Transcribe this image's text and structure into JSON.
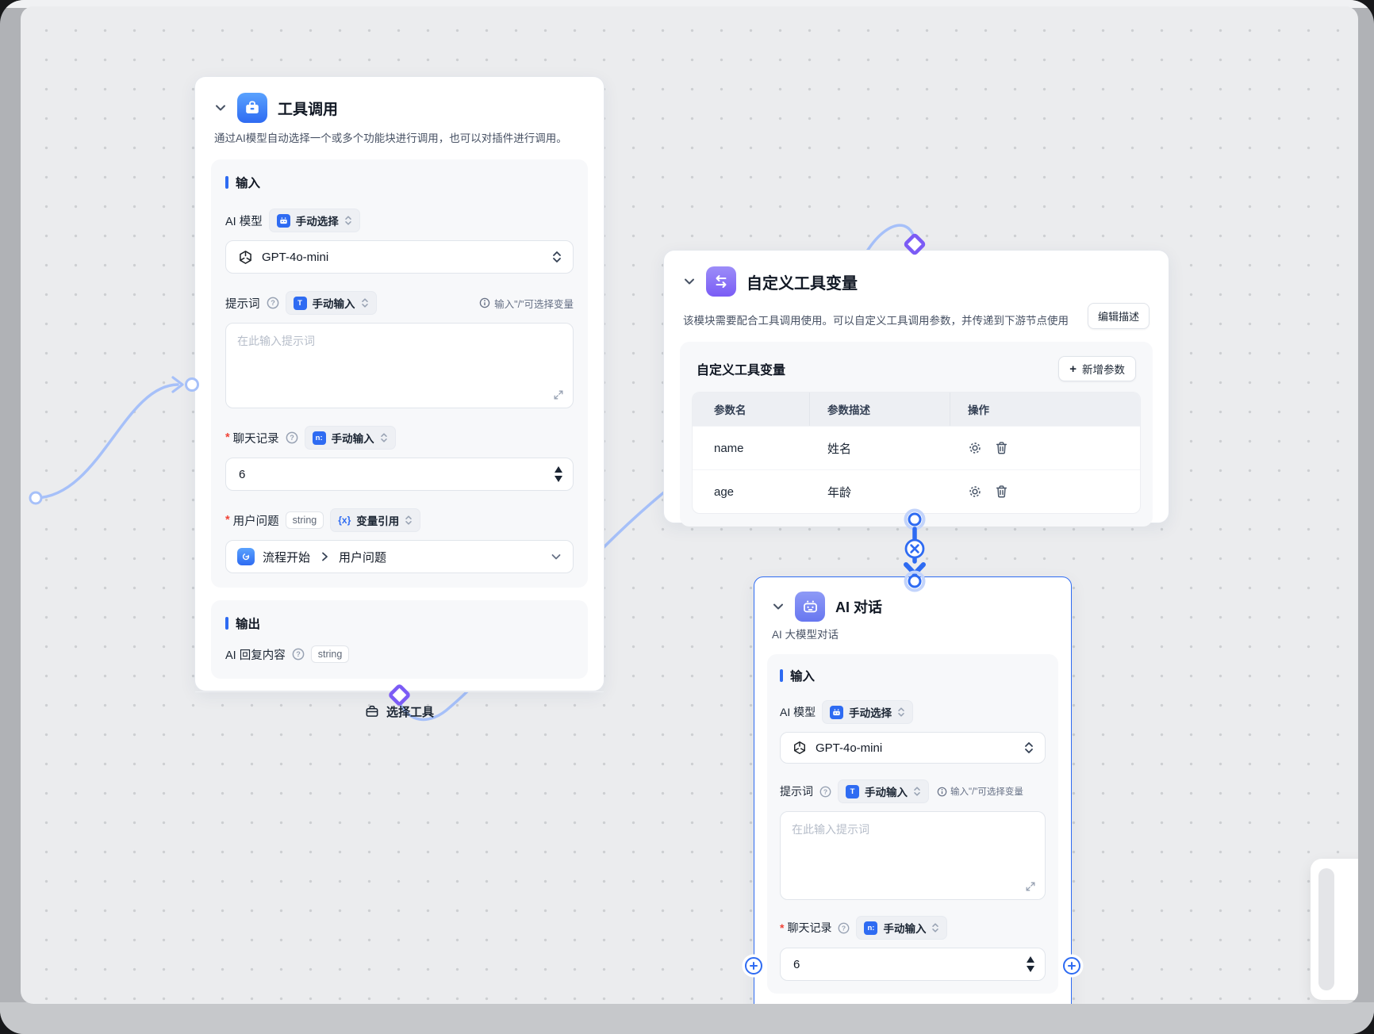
{
  "colors": {
    "accent": "#2e6bf2",
    "purple": "#7b5bf5",
    "link_line": "#a6c0f9"
  },
  "tool_node": {
    "title": "工具调用",
    "description": "通过AI模型自动选择一个或多个功能块进行调用，也可以对插件进行调用。",
    "input_title": "输入",
    "model_label": "AI 模型",
    "model_mode_badge": "手动选择",
    "model_value": "GPT-4o-mini",
    "prompt_label": "提示词",
    "prompt_mode_badge": "手动输入",
    "prompt_hint": "输入\"/\"可选择变量",
    "prompt_placeholder": "在此输入提示词",
    "required_mark": "*",
    "history_label": "聊天记录",
    "history_mode_badge": "手动输入",
    "history_icon_glyph": "n:",
    "history_value": "6",
    "question_label": "用户问题",
    "question_type_badge": "string",
    "question_mode_badge": "变量引用",
    "var_ref_icon_glyph": "{x}",
    "question_value_node": "流程开始",
    "question_value_field": "用户问题",
    "output_title": "输出",
    "output_label": "AI 回复内容",
    "output_type_badge": "string",
    "footer_button": "选择工具",
    "prompt_icon_glyph": "T"
  },
  "var_node": {
    "title": "自定义工具变量",
    "description": "该模块需要配合工具调用使用。可以自定义工具调用参数，并传递到下游节点使用",
    "edit_button": "编辑描述",
    "panel_title": "自定义工具变量",
    "add_button": "新增参数",
    "add_plus": "+",
    "headers": {
      "name": "参数名",
      "desc": "参数描述",
      "ops": "操作"
    },
    "rows": [
      {
        "name": "name",
        "desc": "姓名"
      },
      {
        "name": "age",
        "desc": "年龄"
      }
    ]
  },
  "chat_node": {
    "title": "AI 对话",
    "subtitle": "AI 大模型对话",
    "input_title": "输入",
    "model_label": "AI 模型",
    "model_mode_badge": "手动选择",
    "model_value": "GPT-4o-mini",
    "prompt_label": "提示词",
    "prompt_mode_badge": "手动输入",
    "prompt_hint": "输入\"/\"可选择变量",
    "prompt_placeholder": "在此输入提示词",
    "required_mark": "*",
    "history_label": "聊天记录",
    "history_mode_badge": "手动输入",
    "history_icon_glyph": "n:",
    "history_value": "6",
    "prompt_icon_glyph": "T"
  }
}
